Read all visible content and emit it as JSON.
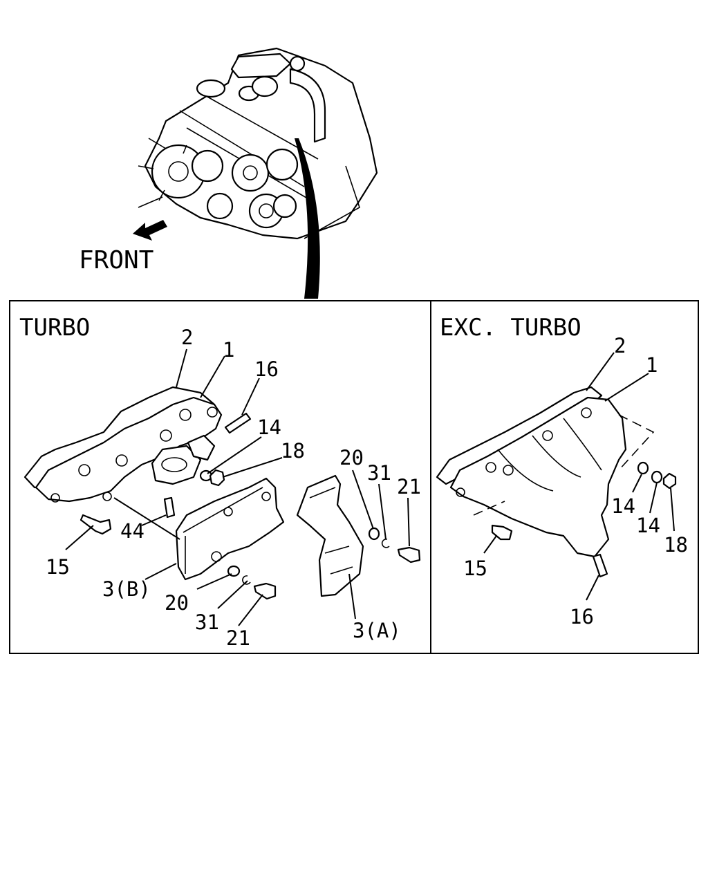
{
  "front_label": "FRONT",
  "panels": {
    "turbo": {
      "title": "TURBO",
      "callouts": {
        "c2": "2",
        "c1": "1",
        "c16": "16",
        "c14": "14",
        "c18": "18",
        "c15": "15",
        "c44": "44",
        "c3b": "3(B)",
        "c20a": "20",
        "c31a": "31",
        "c21a": "21",
        "c20b": "20",
        "c31b": "31",
        "c21b": "21",
        "c3a": "3(A)"
      }
    },
    "exc_turbo": {
      "title": "EXC. TURBO",
      "callouts": {
        "c2": "2",
        "c1": "1",
        "c14a": "14",
        "c14b": "14",
        "c18": "18",
        "c15": "15",
        "c16": "16"
      }
    }
  }
}
